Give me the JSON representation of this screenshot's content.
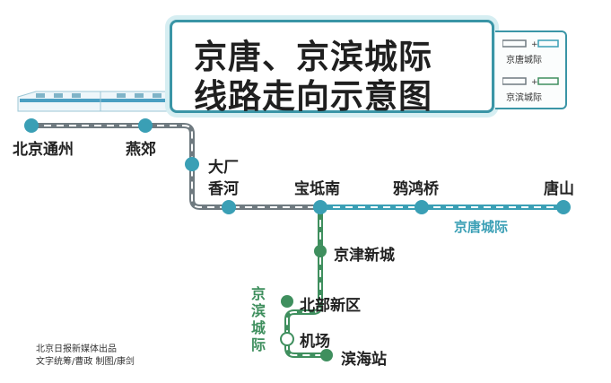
{
  "title": {
    "line1": "京唐、京滨城际",
    "line2": "线路走向示意图"
  },
  "legend": {
    "jingtang_label": "京唐城际",
    "jingbin_label": "京滨城际"
  },
  "stations": {
    "beijing_tongzhou": "北京通州",
    "yanjiao": "燕郊",
    "dachang_hebei": "大厂",
    "xianghe": "香河",
    "baodi_nan": "宝坻南",
    "yahongqiao": "鸦鸿桥",
    "tangshan": "唐山",
    "jinjin_xincheng": "京津新城",
    "beibu_xinqu": "北部新区",
    "jichang": "机场",
    "binhai_zhan": "滨海站"
  },
  "lines": {
    "jingtang": {
      "name": "京唐城际",
      "color": "#3a9fb5"
    },
    "jingbin": {
      "name": "京滨城际",
      "color": "#3f8f5e"
    },
    "shared_color": "#6f7a80"
  },
  "credits": {
    "line1": "北京日报新媒体出品",
    "line2": "文字统筹/曹政  制图/康剑"
  }
}
